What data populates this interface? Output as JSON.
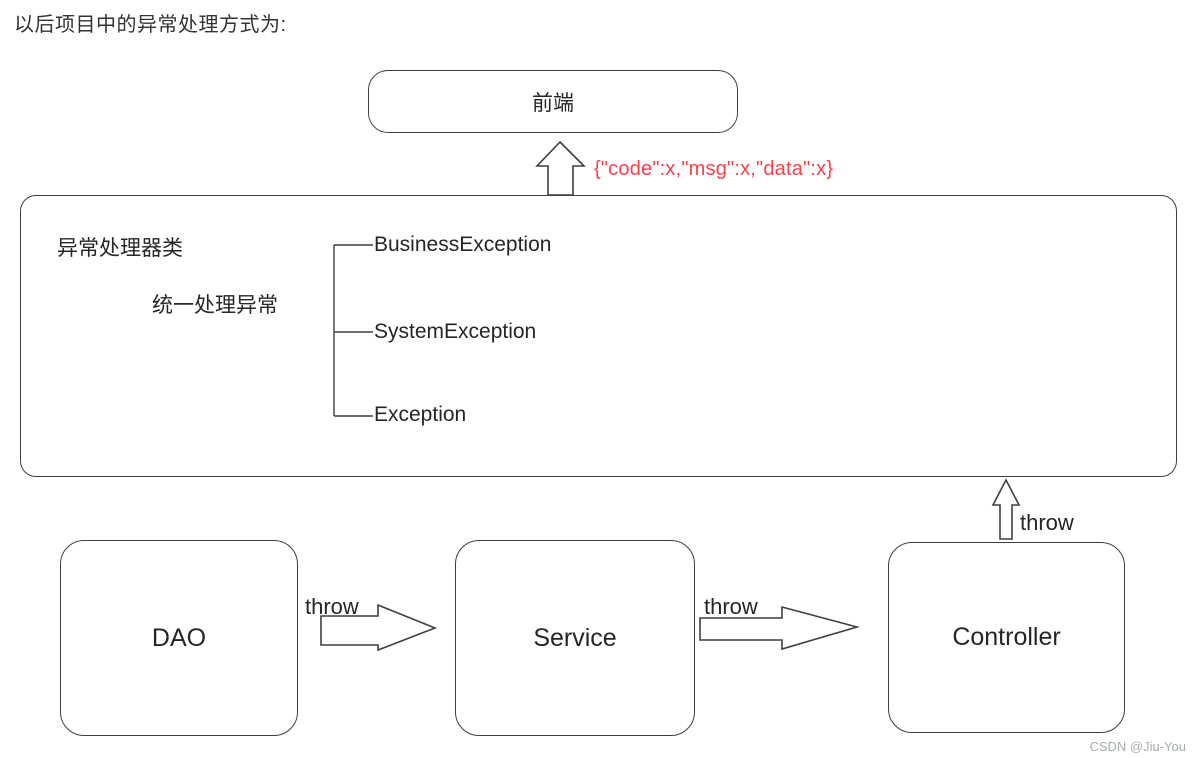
{
  "page": {
    "title": "以后项目中的异常处理方式为:",
    "watermark": "CSDN @Jiu-You"
  },
  "colors": {
    "line": "#3f3f3f",
    "text": "#262626",
    "annotation_red": "#f8414b",
    "watermark_gray": "#a8aeb2"
  },
  "diagram": {
    "frontend": {
      "label": "前端"
    },
    "response_json": "{\"code\":x,\"msg\":x,\"data\":x}",
    "handler": {
      "title": "异常处理器类",
      "subtitle": "统一处理异常",
      "exceptions": [
        "BusinessException",
        "SystemException",
        "Exception"
      ]
    },
    "layers": [
      {
        "label": "DAO"
      },
      {
        "label": "Service"
      },
      {
        "label": "Controller"
      }
    ],
    "throws": {
      "dao_service": "throw",
      "service_controller": "throw",
      "controller_handler": "throw"
    }
  }
}
